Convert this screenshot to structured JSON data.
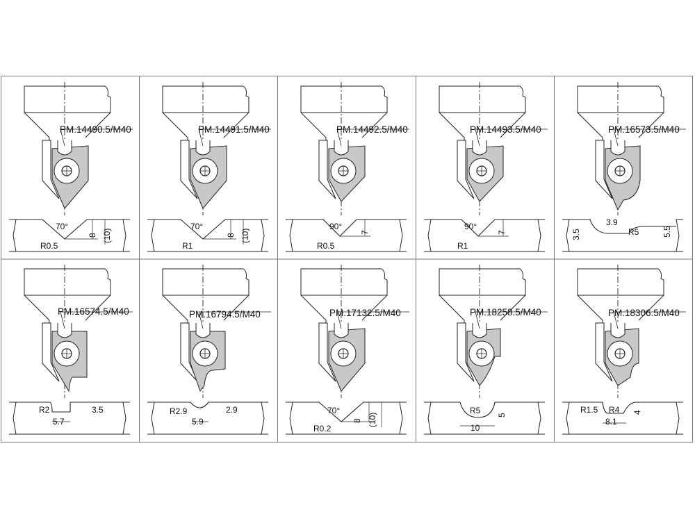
{
  "tools": [
    {
      "code": "PM.14490.5/M40",
      "profile": "v70",
      "dims": [
        {
          "text": "70°",
          "role": "angle"
        },
        {
          "text": "R0.5",
          "role": "radius"
        },
        {
          "text": "8",
          "role": "depth"
        },
        {
          "text": "(10)",
          "role": "depth2"
        }
      ]
    },
    {
      "code": "PM.14491.5/M40",
      "profile": "v70",
      "dims": [
        {
          "text": "70°",
          "role": "angle"
        },
        {
          "text": "R1",
          "role": "radius"
        },
        {
          "text": "8",
          "role": "depth"
        },
        {
          "text": "(10)",
          "role": "depth2"
        }
      ]
    },
    {
      "code": "PM.14492.5/M40",
      "profile": "v90",
      "dims": [
        {
          "text": "90°",
          "role": "angle"
        },
        {
          "text": "R0.5",
          "role": "radius"
        },
        {
          "text": "7",
          "role": "depth"
        }
      ]
    },
    {
      "code": "PM.14493.5/M40",
      "profile": "v90",
      "dims": [
        {
          "text": "90°",
          "role": "angle"
        },
        {
          "text": "R1",
          "role": "radius"
        },
        {
          "text": "7",
          "role": "depth"
        }
      ]
    },
    {
      "code": "PM.16573.5/M40",
      "profile": "ovolo",
      "dims": [
        {
          "text": "3.9",
          "role": "width"
        },
        {
          "text": "3.5",
          "role": "left"
        },
        {
          "text": "R5",
          "role": "radius"
        },
        {
          "text": "5.5",
          "role": "depth"
        }
      ]
    },
    {
      "code": "PM.16574.5/M40",
      "profile": "groove",
      "dims": [
        {
          "text": "R2",
          "role": "radius"
        },
        {
          "text": "3.5",
          "role": "depth"
        },
        {
          "text": "5.7",
          "role": "width"
        }
      ]
    },
    {
      "code": "PM.16794.5/M40",
      "profile": "bead",
      "dims": [
        {
          "text": "R2.9",
          "role": "radius"
        },
        {
          "text": "2.9",
          "role": "depth"
        },
        {
          "text": "5.9",
          "role": "width"
        }
      ]
    },
    {
      "code": "PM.17132.5/M40",
      "profile": "v70b",
      "dims": [
        {
          "text": "70°",
          "role": "angle"
        },
        {
          "text": "R0.2",
          "role": "radius"
        },
        {
          "text": "8",
          "role": "depth"
        },
        {
          "text": "(10)",
          "role": "depth2"
        }
      ]
    },
    {
      "code": "PM.18258.5/M40",
      "profile": "cove",
      "dims": [
        {
          "text": "R5",
          "role": "radius"
        },
        {
          "text": "5",
          "role": "depth"
        },
        {
          "text": "10",
          "role": "width"
        }
      ]
    },
    {
      "code": "PM.18306.5/M40",
      "profile": "step",
      "dims": [
        {
          "text": "R1.5",
          "role": "radius"
        },
        {
          "text": "R4",
          "role": "radius2"
        },
        {
          "text": "4",
          "role": "depth"
        },
        {
          "text": "8.1",
          "role": "width"
        }
      ]
    }
  ]
}
